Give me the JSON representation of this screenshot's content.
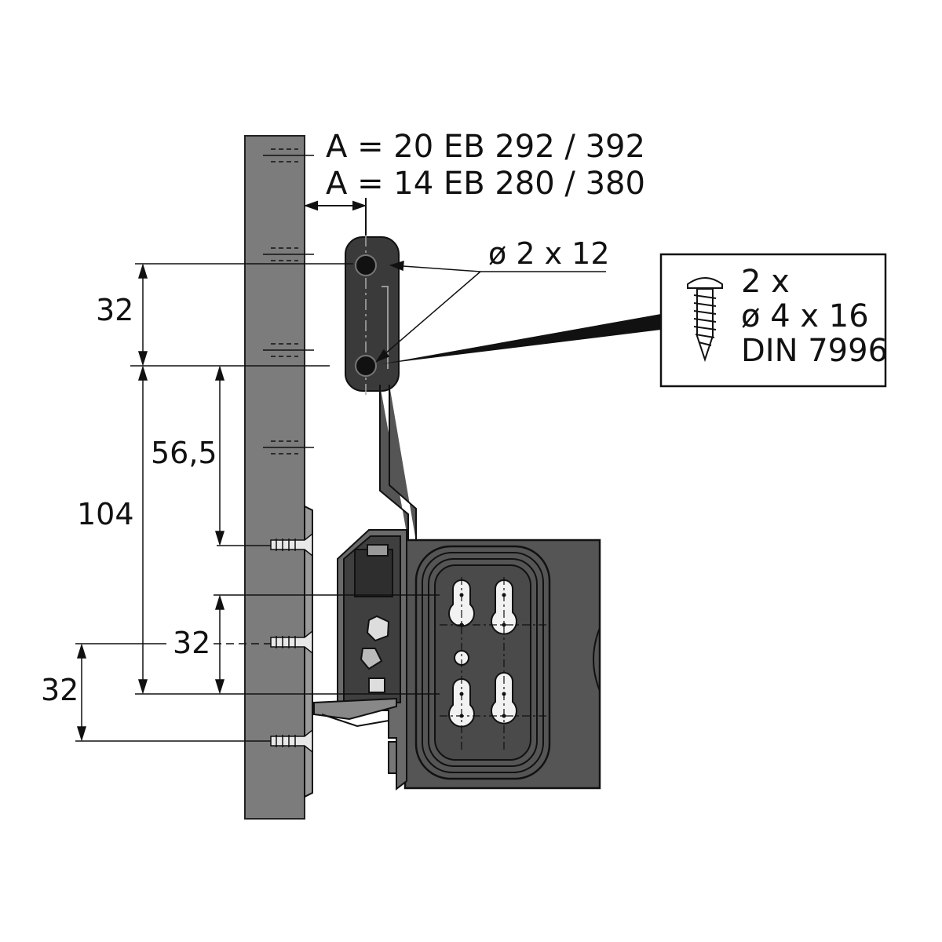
{
  "header": {
    "line1": "A = 20 EB 292 / 392",
    "line2": "A = 14 EB 280 / 380"
  },
  "dimensions": {
    "d_top_32": "32",
    "d_56_5": "56,5",
    "d_104": "104",
    "d_mid_32": "32",
    "d_bottom_32": "32"
  },
  "callouts": {
    "hole_spec": "ø 2 x 12"
  },
  "screw_box": {
    "qty": "2 x",
    "size": "ø 4 x 16",
    "standard": "DIN 7996"
  },
  "colors": {
    "panel": "#7c7c7c",
    "housing": "#555555",
    "dark": "#3a3a3a",
    "line": "#111111",
    "hole": "#f2f2f2"
  }
}
